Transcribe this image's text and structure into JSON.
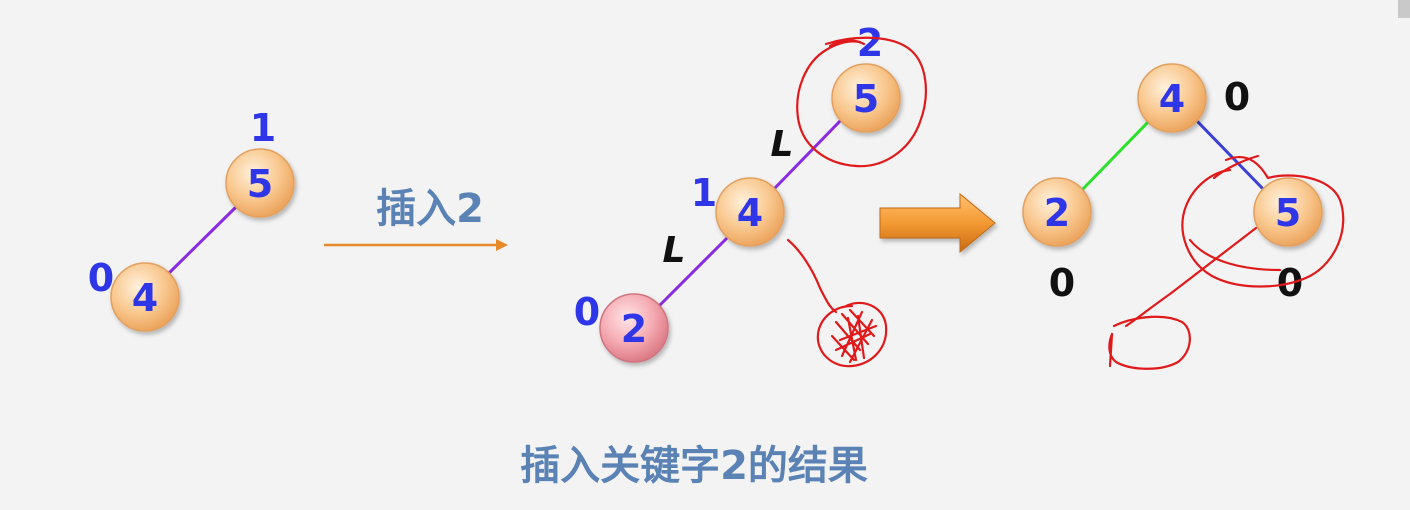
{
  "diagram": {
    "insert_label": "插入2",
    "caption": "插入关键字2的结果",
    "tree_before": {
      "nodes": [
        {
          "key": "5",
          "balance": "1"
        },
        {
          "key": "4",
          "balance": "0"
        }
      ]
    },
    "tree_unbalanced": {
      "nodes": [
        {
          "key": "5",
          "balance": "2"
        },
        {
          "key": "4",
          "balance": "1"
        },
        {
          "key": "2",
          "balance": "0"
        }
      ],
      "edge_labels": [
        "L",
        "L"
      ]
    },
    "tree_after": {
      "nodes": [
        {
          "key": "4",
          "balance": "0"
        },
        {
          "key": "2",
          "balance": "0"
        },
        {
          "key": "5",
          "balance": "0"
        }
      ]
    },
    "colors": {
      "node_fill": "#f8c58e",
      "new_node_fill": "#f3a9b0",
      "node_text": "#2f36e8",
      "edge_purple": "#8a2be2",
      "edge_green": "#2ee02e",
      "edge_blue": "#3a3fd6",
      "arrow_orange": "#e78a2a",
      "title_blue": "#5a82b4",
      "scribble_red": "#e0191b"
    }
  }
}
